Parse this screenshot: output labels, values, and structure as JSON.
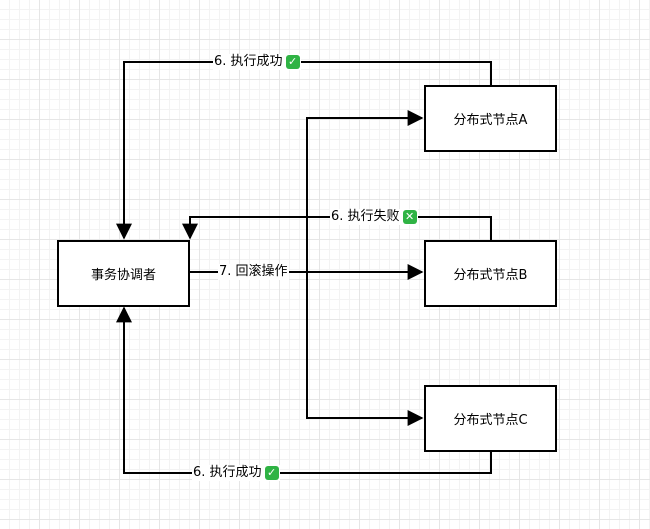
{
  "nodes": {
    "coordinator": "事务协调者",
    "node_a": "分布式节点A",
    "node_b": "分布式节点B",
    "node_c": "分布式节点C"
  },
  "edges": {
    "a_to_coordinator": {
      "text": "6. 执行成功",
      "emoji": "✓",
      "emoji_color": "#2fb344",
      "emoji_name": "check-mark-icon"
    },
    "b_to_coordinator": {
      "text": "6. 执行失败",
      "emoji": "✕",
      "emoji_color": "#2fb344",
      "emoji_name": "cross-mark-icon"
    },
    "coordinator_to_b": {
      "text": "7. 回滚操作"
    },
    "c_to_coordinator": {
      "text": "6. 执行成功",
      "emoji": "✓",
      "emoji_color": "#2fb344",
      "emoji_name": "check-mark-icon"
    }
  }
}
